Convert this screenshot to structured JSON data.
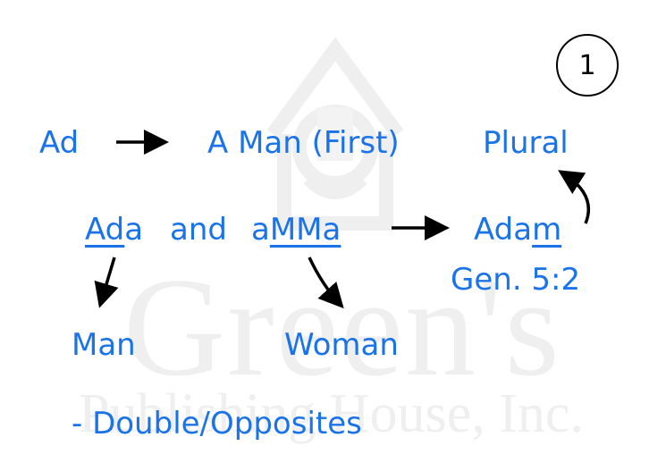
{
  "watermark": {
    "main": "Green's",
    "sub": "Publishing House, Inc."
  },
  "page_number": "1",
  "words": {
    "ad": "Ad",
    "a_man_first": "A Man (First)",
    "plural": "Plural",
    "ada_part1": "Ad",
    "ada_part2": "a",
    "and": "and",
    "amma_part1": "a",
    "amma_part2": "MMa",
    "adam_part1": "Ada",
    "adam_part2": "m",
    "gen_ref": "Gen. 5:2",
    "man": "Man",
    "woman": "Woman",
    "double_opposites": "- Double/Opposites"
  },
  "colors": {
    "text": "#1a73e8",
    "arrow": "#000000",
    "watermark": "#efefef"
  }
}
